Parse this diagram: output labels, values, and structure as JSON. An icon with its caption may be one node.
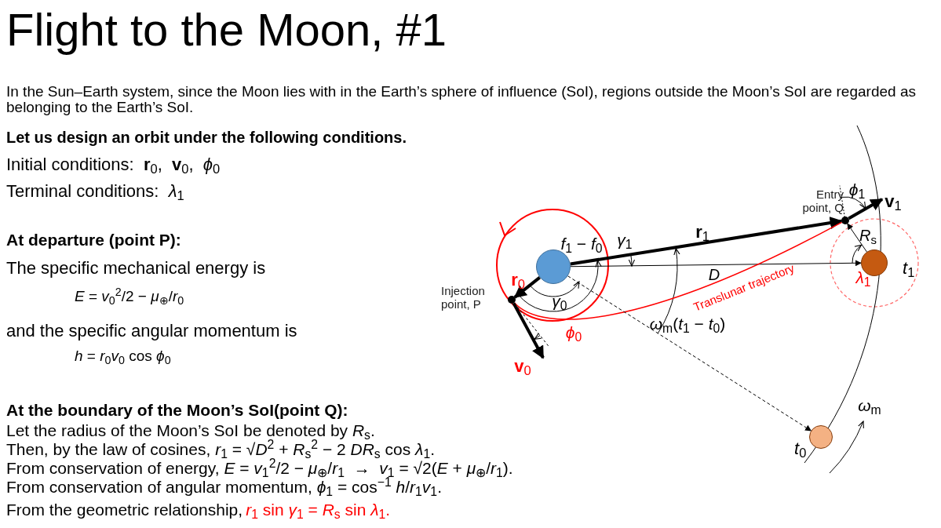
{
  "diagram": {
    "title": "Flight to the Moon, #1",
    "nodes": [
      {
        "text": [],
        "shape": "circle"
      },
      {
        "text": [],
        "shape": "circle",
        "beside": [
          "*t*$_{1}$"
        ]
      },
      {
        "text": [],
        "shape": "circle",
        "beside": [
          "Injection point, P"
        ]
      },
      {
        "text": [],
        "shape": "circle",
        "beside": [
          "Entry point, Q"
        ]
      },
      {
        "text": [],
        "shape": "circle",
        "beside": [
          "*t*$_{0}$"
        ]
      }
    ],
    "edges": [
      {
        "from": 0,
        "to": 2,
        "arrow": "to",
        "label": "**r**$_{0}$",
        "style": "thick"
      },
      {
        "from": 0,
        "to": 3,
        "arrow": "to",
        "label": "**r**$_{1}$",
        "style": "thick"
      },
      {
        "from": 0,
        "to": 1,
        "arrow": "to",
        "label": "*D*"
      },
      {
        "from": 1,
        "to": 3,
        "arrow": "to",
        "label": "*R*$_{s}$"
      },
      {
        "from": 2,
        "to": 3,
        "arrow": "none",
        "label": "Translunar trajectory",
        "color": "#ff0000"
      },
      {
        "from": 0,
        "to": 4,
        "arrow": "to",
        "style": "dashed"
      },
      {
        "from": 2,
        "to": null,
        "arrow": "to",
        "label": "**v**$_{0}$",
        "style": "thick"
      },
      {
        "from": 3,
        "to": null,
        "arrow": "to",
        "label": "**v**$_{1}$",
        "style": "thick"
      }
    ],
    "labels": [
      "In the Sun–Earth system, since the Moon lies with in the Earth’s sphere of influence (SoI), regions outside the Moon’s SoI are regarded as belonging to the Earth’s SoI.",
      "Let us design an orbit under the following conditions.",
      "Initial conditions:  **r**$_{0}$,  **v**$_{0}$,  *ϕ*$_{0}$",
      "Terminal conditions:  *λ*$_{1}$",
      "At departure (point P):",
      "The specific mechanical energy is",
      "*E* = *v*$_{0}$$^{2}$/2 − *μ*$_{⊕}$/*r*$_{0}$",
      "and the specific angular momentum is",
      "*h* = *r*$_{0}$*v*$_{0}$ cos *ϕ*$_{0}$",
      "At the boundary of the Moon’s SoI(point Q):",
      "Let the radius of the Moon’s SoI be denoted by *R*$_{s}$.",
      "Then, by the law of cosines, *r*$_{1}$ = √*D*$^{2}$ + *R*$_{s}$$^{2}$ − 2 *DR*$_{s}$ cos *λ*$_{1}$.",
      "From conservation of energy, *E* = *v*$_{1}$$^{2}$/2 − *μ*$_{⊕}$/*r*$_{1}$  →  *v*$_{1}$ = √2(*E* + *μ*$_{⊕}$/*r*$_{1}$).",
      "From conservation of angular momentum, *ϕ*$_{1}$ = cos$^{−1}$ *h*/*r*$_{1}$*v*$_{1}$.",
      "From the geometric relationship,",
      "*r*$_{1}$ sin *γ*$_{1}$ = *R*$_{s}$ sin *λ*$_{1}$.",
      "*f*$_{1}$ − *f*$_{0}$",
      "*γ*$_{1}$",
      "*γ*$_{0}$",
      "*ϕ*$_{0}$",
      "*ϕ*$_{1}$",
      "*λ*$_{1}$",
      "*ω*$_{m}$(*t*$_{1}$ − *t*$_{0}$)",
      "*ω*$_{m}$"
    ]
  }
}
